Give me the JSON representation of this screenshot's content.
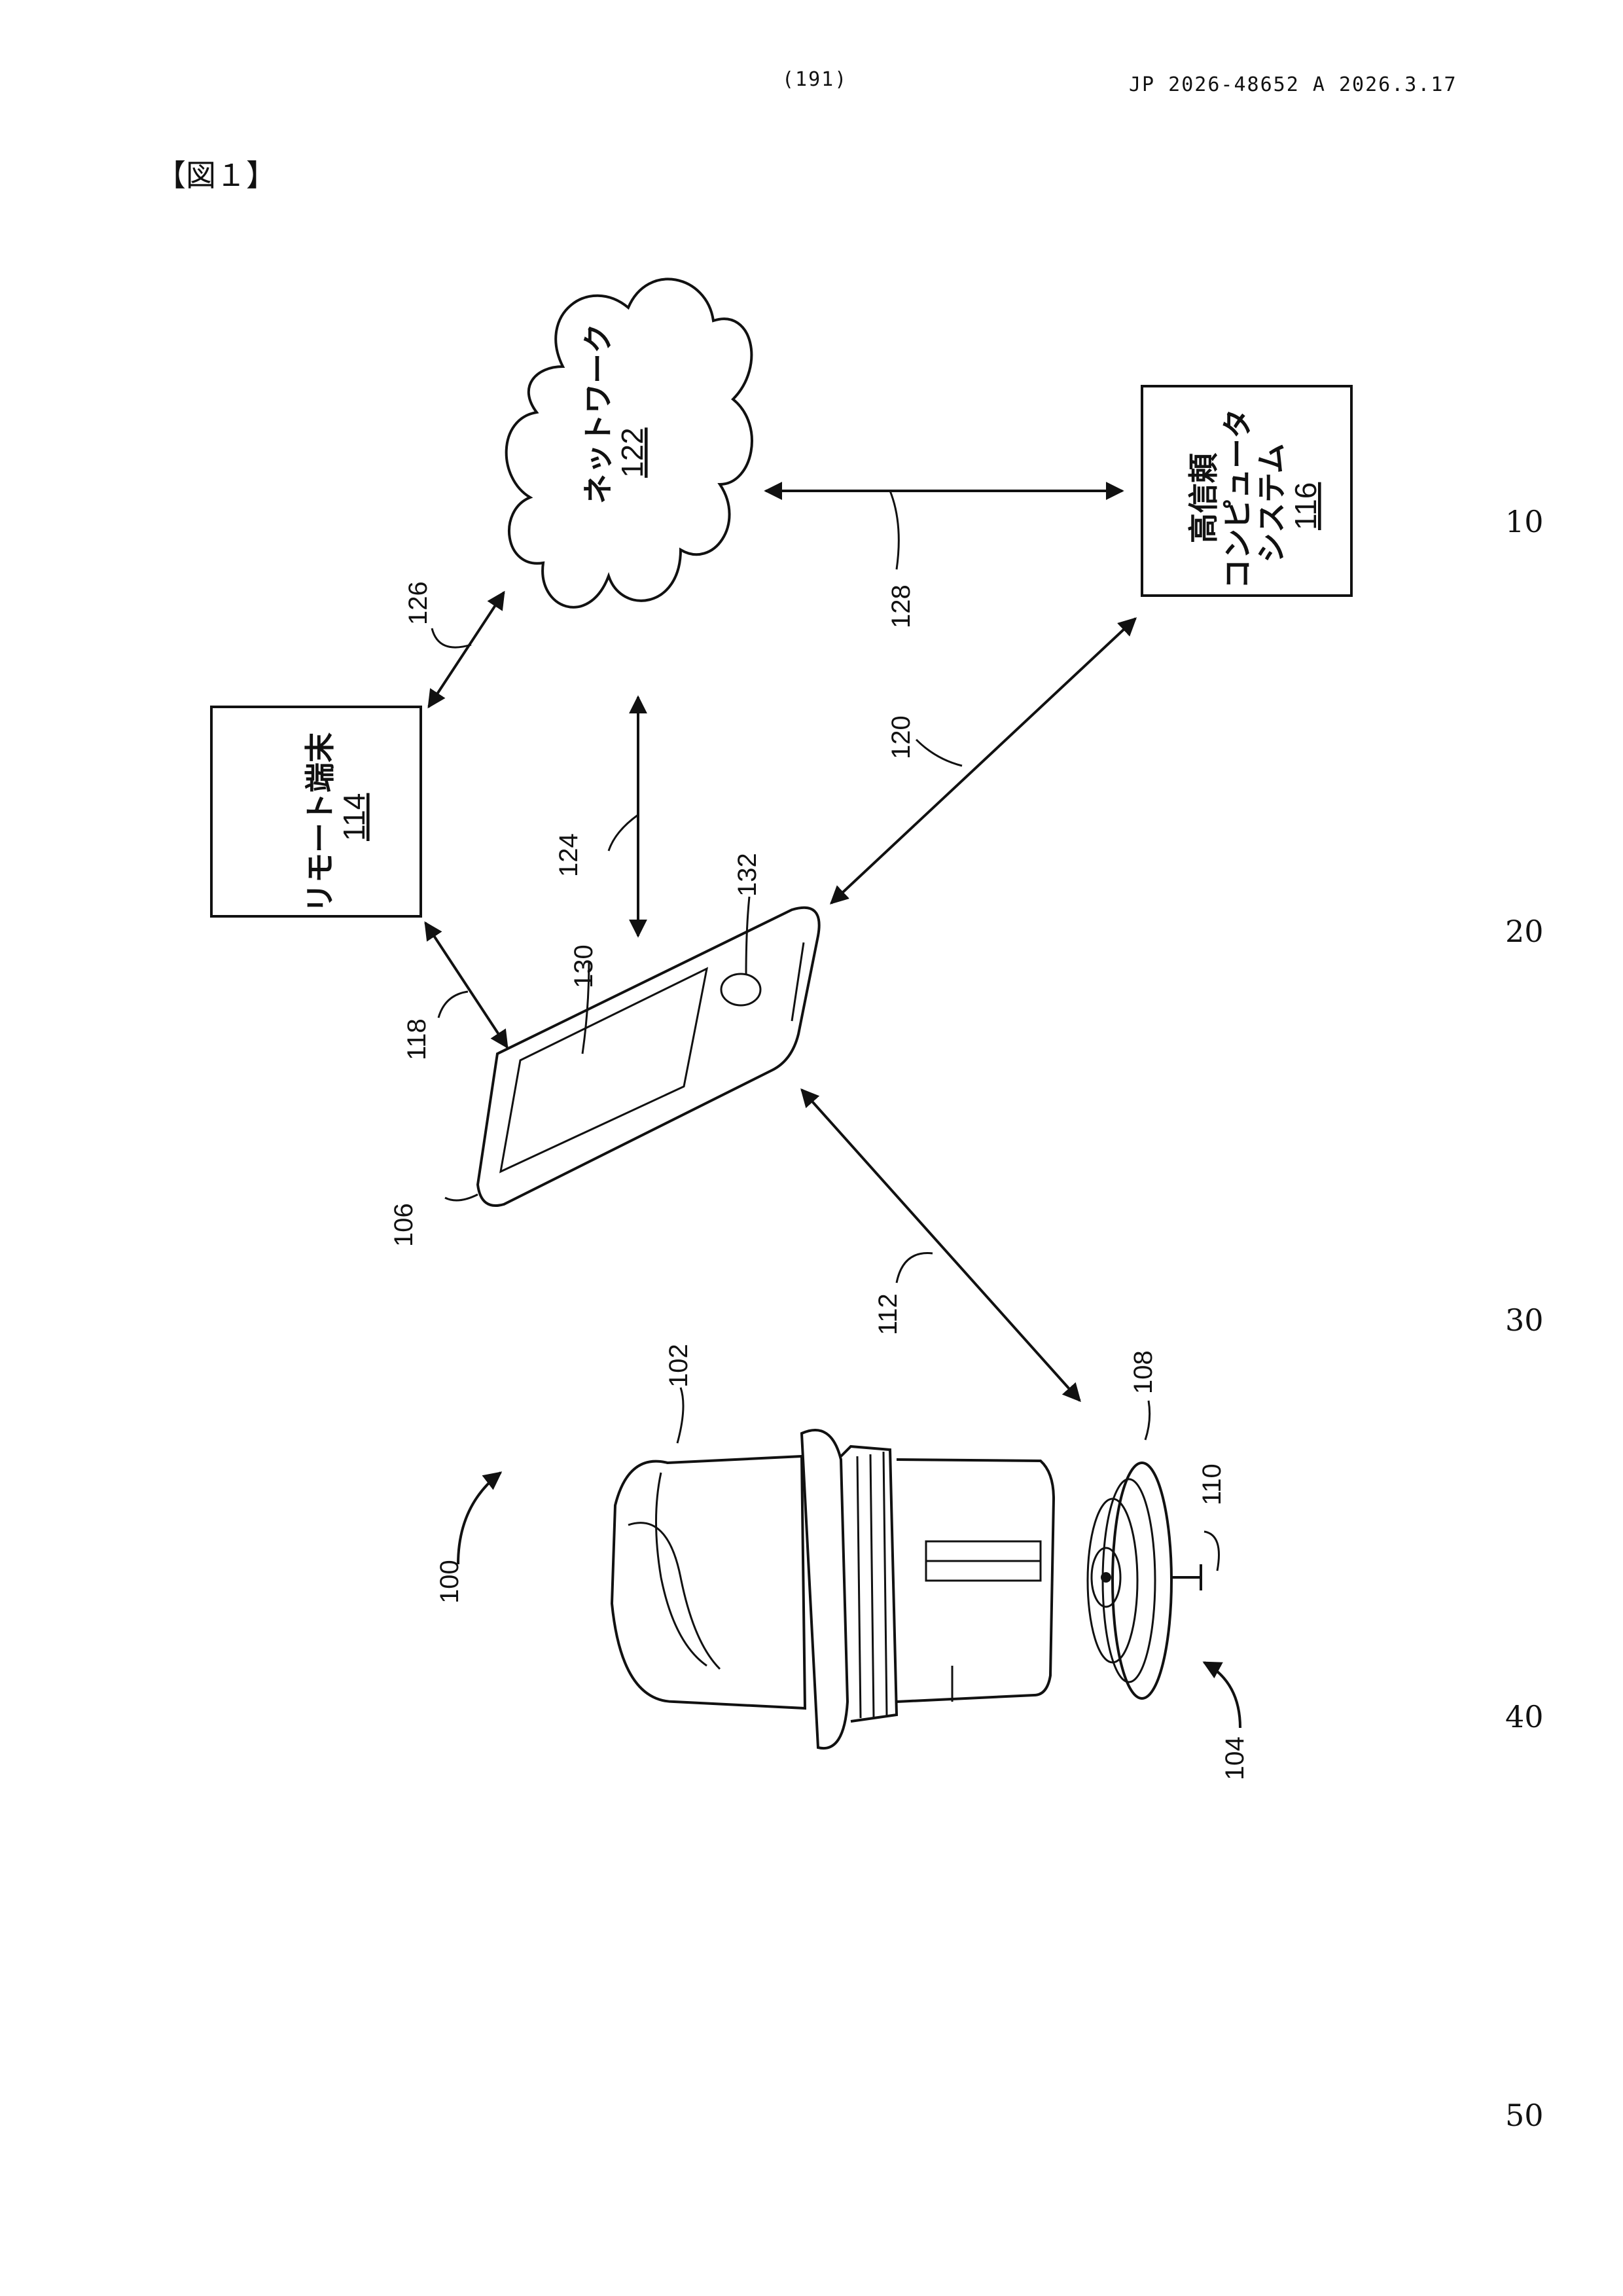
{
  "header": {
    "page_number": "(191)",
    "publication": "JP  2026-48652  A  2026.3.17"
  },
  "figure_label": "【図１】",
  "line_numbers": [
    "10",
    "20",
    "30",
    "40",
    "50"
  ],
  "labels": {
    "network": "ネットワーク",
    "network_ref": "122",
    "trusted_line1": "高信頼",
    "trusted_line2": "コンピュータ",
    "trusted_line3": "システム",
    "trusted_ref": "116",
    "remote": "リモート端末",
    "remote_ref": "114"
  },
  "refs": {
    "r100": "100",
    "r102": "102",
    "r104": "104",
    "r106": "106",
    "r108": "108",
    "r110": "110",
    "r112": "112",
    "r118": "118",
    "r120": "120",
    "r124": "124",
    "r126": "126",
    "r128": "128",
    "r130": "130",
    "r132": "132"
  }
}
